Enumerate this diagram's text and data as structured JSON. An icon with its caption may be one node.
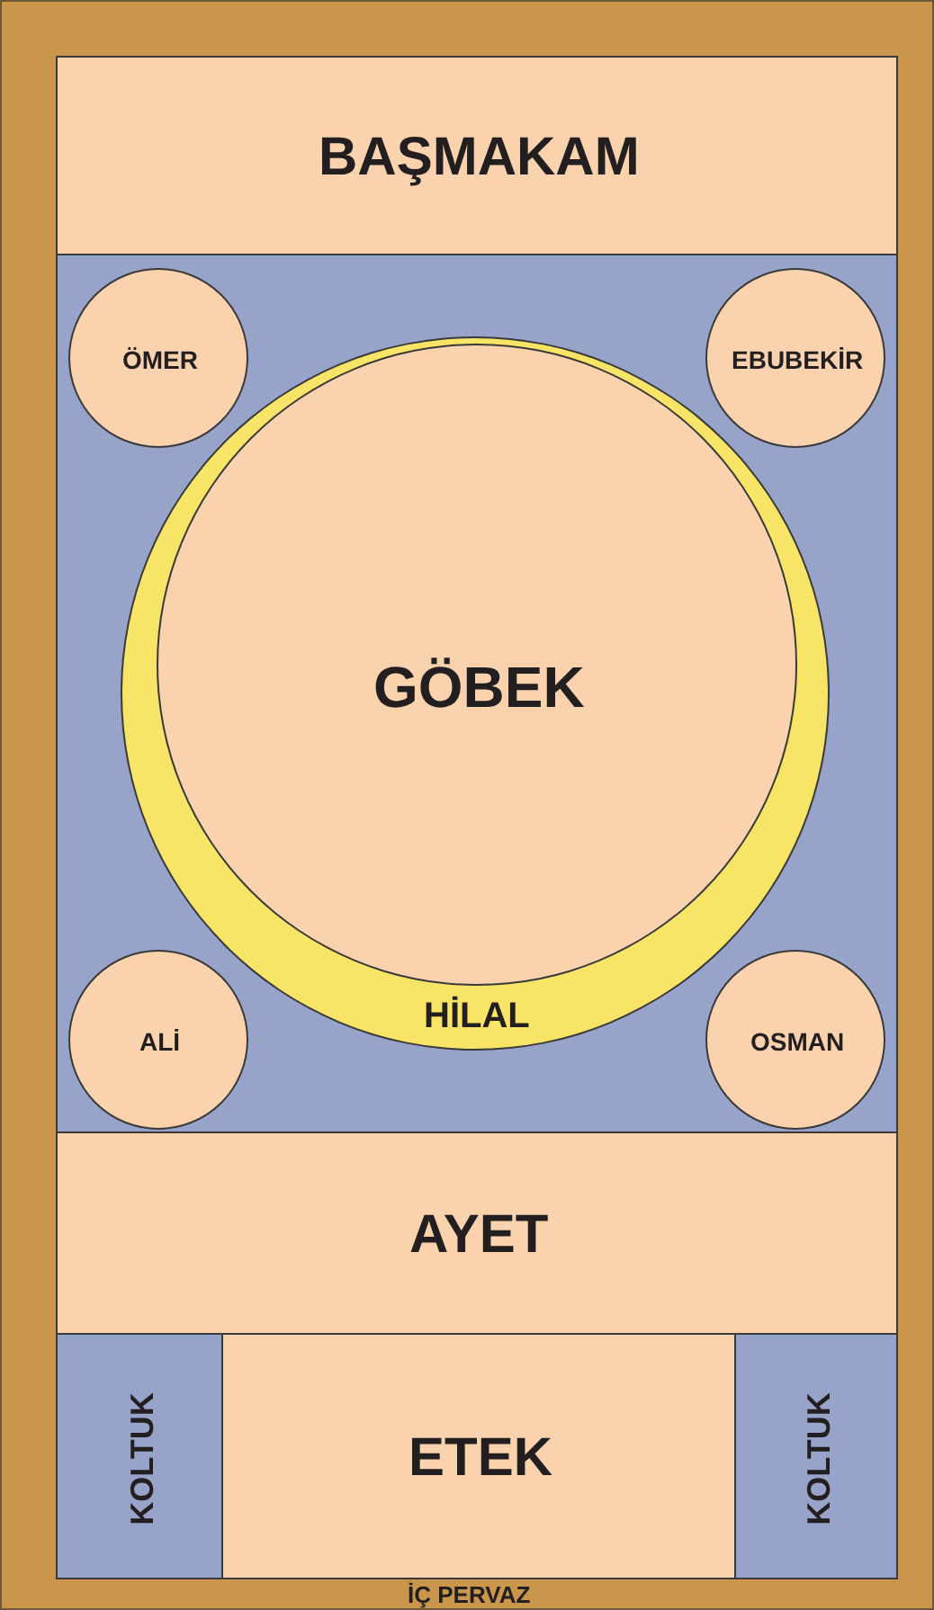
{
  "diagram": {
    "nodes": [
      {
        "text": [
          "İÇ PERVAZ"
        ]
      },
      {
        "text": [
          "BAŞMAKAM"
        ],
        "in": 0
      },
      {
        "text": [],
        "shape": "box",
        "in": 0
      },
      {
        "text": [
          "ÖMER"
        ],
        "in": 2
      },
      {
        "text": [
          "EBUBEKİR"
        ],
        "in": 2
      },
      {
        "text": [
          "HİLAL"
        ],
        "in": 2
      },
      {
        "text": [
          "GÖBEK"
        ],
        "in": 5
      },
      {
        "text": [
          "ALİ"
        ],
        "in": 2
      },
      {
        "text": [
          "OSMAN"
        ],
        "in": 2
      },
      {
        "text": [
          "AYET"
        ],
        "in": 0
      },
      {
        "text": [
          "KOLTUK"
        ],
        "in": 0
      },
      {
        "text": [
          "ETEK"
        ],
        "in": 0
      },
      {
        "text": [
          "KOLTUK"
        ],
        "in": 0
      }
    ]
  }
}
